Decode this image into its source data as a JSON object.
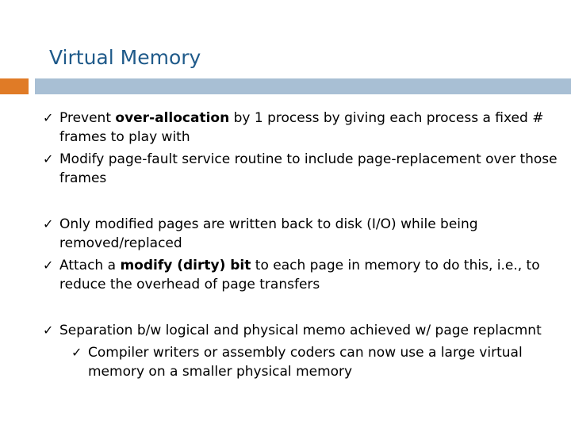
{
  "slide": {
    "title": "Virtual Memory",
    "slide_number": "",
    "check_glyph": "✓",
    "bullets": [
      {
        "parts": [
          "Prevent ",
          "over-allocation",
          " by 1 process by giving each process a fixed # frames to play with"
        ]
      },
      {
        "parts": [
          "Modify page-fault service routine to include page-replacement over those frames"
        ]
      },
      {
        "parts": [
          "Only modified pages are written back to disk (I/O) while being removed/replaced"
        ]
      },
      {
        "parts": [
          "Attach a ",
          "modify (dirty) bit",
          " to each page in memory to do this, i.e., to reduce the overhead of page transfers"
        ]
      },
      {
        "parts": [
          "Separation b/w logical and physical memo achieved w/ page replacmnt"
        ]
      },
      {
        "parts": [
          "Compiler writers or assembly coders can now use a large virtual memory on a smaller physical memory"
        ]
      }
    ]
  },
  "colors": {
    "title": "#1f5a8a",
    "number_box": "#e07b26",
    "rule_bar": "#a8bfd4"
  }
}
